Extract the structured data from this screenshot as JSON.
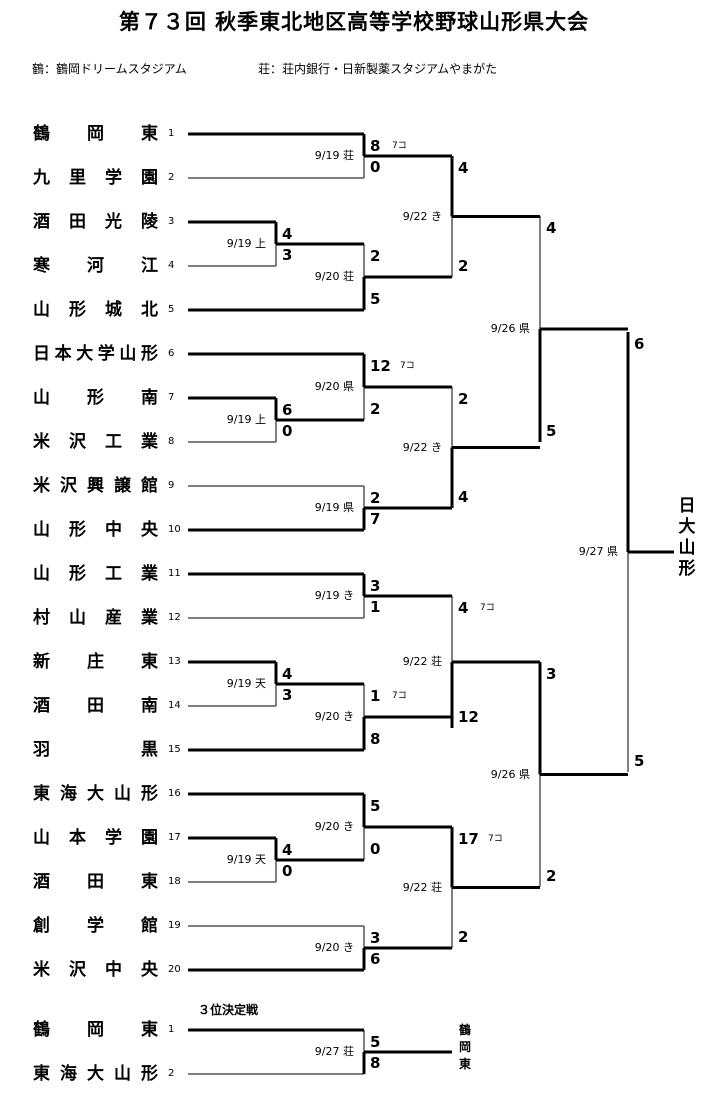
{
  "title": "第７３回 秋季東北地区高等学校野球山形県大会",
  "venues": {
    "left": "鶴：鶴岡ドリームスタジアム",
    "right": "荘：荘内銀行・日新製薬スタジアムやまがた"
  },
  "teams": [
    {
      "seed": "1",
      "name": "鶴岡東"
    },
    {
      "seed": "2",
      "name": "九里学園"
    },
    {
      "seed": "3",
      "name": "酒田光陵"
    },
    {
      "seed": "4",
      "name": "寒河江"
    },
    {
      "seed": "5",
      "name": "山形城北"
    },
    {
      "seed": "6",
      "name": "日本大学山形"
    },
    {
      "seed": "7",
      "name": "山形南"
    },
    {
      "seed": "8",
      "name": "米沢工業"
    },
    {
      "seed": "9",
      "name": "米沢興譲館"
    },
    {
      "seed": "10",
      "name": "山形中央"
    },
    {
      "seed": "11",
      "name": "山形工業"
    },
    {
      "seed": "12",
      "name": "村山産業"
    },
    {
      "seed": "13",
      "name": "新庄東"
    },
    {
      "seed": "14",
      "name": "酒田南"
    },
    {
      "seed": "15",
      "name": "羽黒"
    },
    {
      "seed": "16",
      "name": "東海大山形"
    },
    {
      "seed": "17",
      "name": "山本学園"
    },
    {
      "seed": "18",
      "name": "酒田東"
    },
    {
      "seed": "19",
      "name": "創学館"
    },
    {
      "seed": "20",
      "name": "米沢中央"
    }
  ],
  "games": [
    {
      "id": "g3-4",
      "date": "9/19",
      "venue": "上",
      "top": "4",
      "bottom": "3",
      "note": ""
    },
    {
      "id": "g7-8",
      "date": "9/19",
      "venue": "上",
      "top": "6",
      "bottom": "0",
      "note": ""
    },
    {
      "id": "g13-14",
      "date": "9/19",
      "venue": "天",
      "top": "4",
      "bottom": "3",
      "note": ""
    },
    {
      "id": "g17-18",
      "date": "9/19",
      "venue": "天",
      "top": "4",
      "bottom": "0",
      "note": ""
    },
    {
      "id": "g1-2",
      "date": "9/19",
      "venue": "荘",
      "top": "8",
      "bottom": "0",
      "note": "7コ"
    },
    {
      "id": "g34-5",
      "date": "9/20",
      "venue": "荘",
      "top": "2",
      "bottom": "5",
      "note": ""
    },
    {
      "id": "g6-78",
      "date": "9/20",
      "venue": "県",
      "top": "12",
      "bottom": "2",
      "note": "7コ"
    },
    {
      "id": "g9-10",
      "date": "9/19",
      "venue": "県",
      "top": "2",
      "bottom": "7",
      "note": ""
    },
    {
      "id": "g11-12",
      "date": "9/19",
      "venue": "き",
      "top": "3",
      "bottom": "1",
      "note": ""
    },
    {
      "id": "g1314-15",
      "date": "9/20",
      "venue": "き",
      "top": "1",
      "bottom": "8",
      "note": "7コ"
    },
    {
      "id": "g16-1718",
      "date": "9/20",
      "venue": "き",
      "top": "5",
      "bottom": "0",
      "note": ""
    },
    {
      "id": "g19-20",
      "date": "9/20",
      "venue": "き",
      "top": "3",
      "bottom": "6",
      "note": ""
    },
    {
      "id": "qf1",
      "date": "9/22",
      "venue": "き",
      "top": "4",
      "bottom": "2",
      "note": ""
    },
    {
      "id": "qf2",
      "date": "9/22",
      "venue": "き",
      "top": "2",
      "bottom": "4",
      "note": ""
    },
    {
      "id": "qf3",
      "date": "9/22",
      "venue": "荘",
      "top": "4",
      "bottom": "12",
      "note": "7コ"
    },
    {
      "id": "qf4",
      "date": "9/22",
      "venue": "荘",
      "top": "17",
      "bottom": "2",
      "note": "7コ"
    },
    {
      "id": "sf1",
      "date": "9/26",
      "venue": "県",
      "top": "4",
      "bottom": "5",
      "note": ""
    },
    {
      "id": "sf2",
      "date": "9/26",
      "venue": "県",
      "top": "3",
      "bottom": "2",
      "note": ""
    },
    {
      "id": "final",
      "date": "9/27",
      "venue": "県",
      "top": "6",
      "bottom": "5",
      "note": ""
    }
  ],
  "champion": "日大山形",
  "third_place": {
    "heading": "３位決定戦",
    "teams": [
      {
        "seed": "1",
        "name": "鶴岡東"
      },
      {
        "seed": "2",
        "name": "東海大山形"
      }
    ],
    "game": {
      "date": "9/27",
      "venue": "荘",
      "top": "5",
      "bottom": "8"
    },
    "winner": "鶴岡東"
  }
}
